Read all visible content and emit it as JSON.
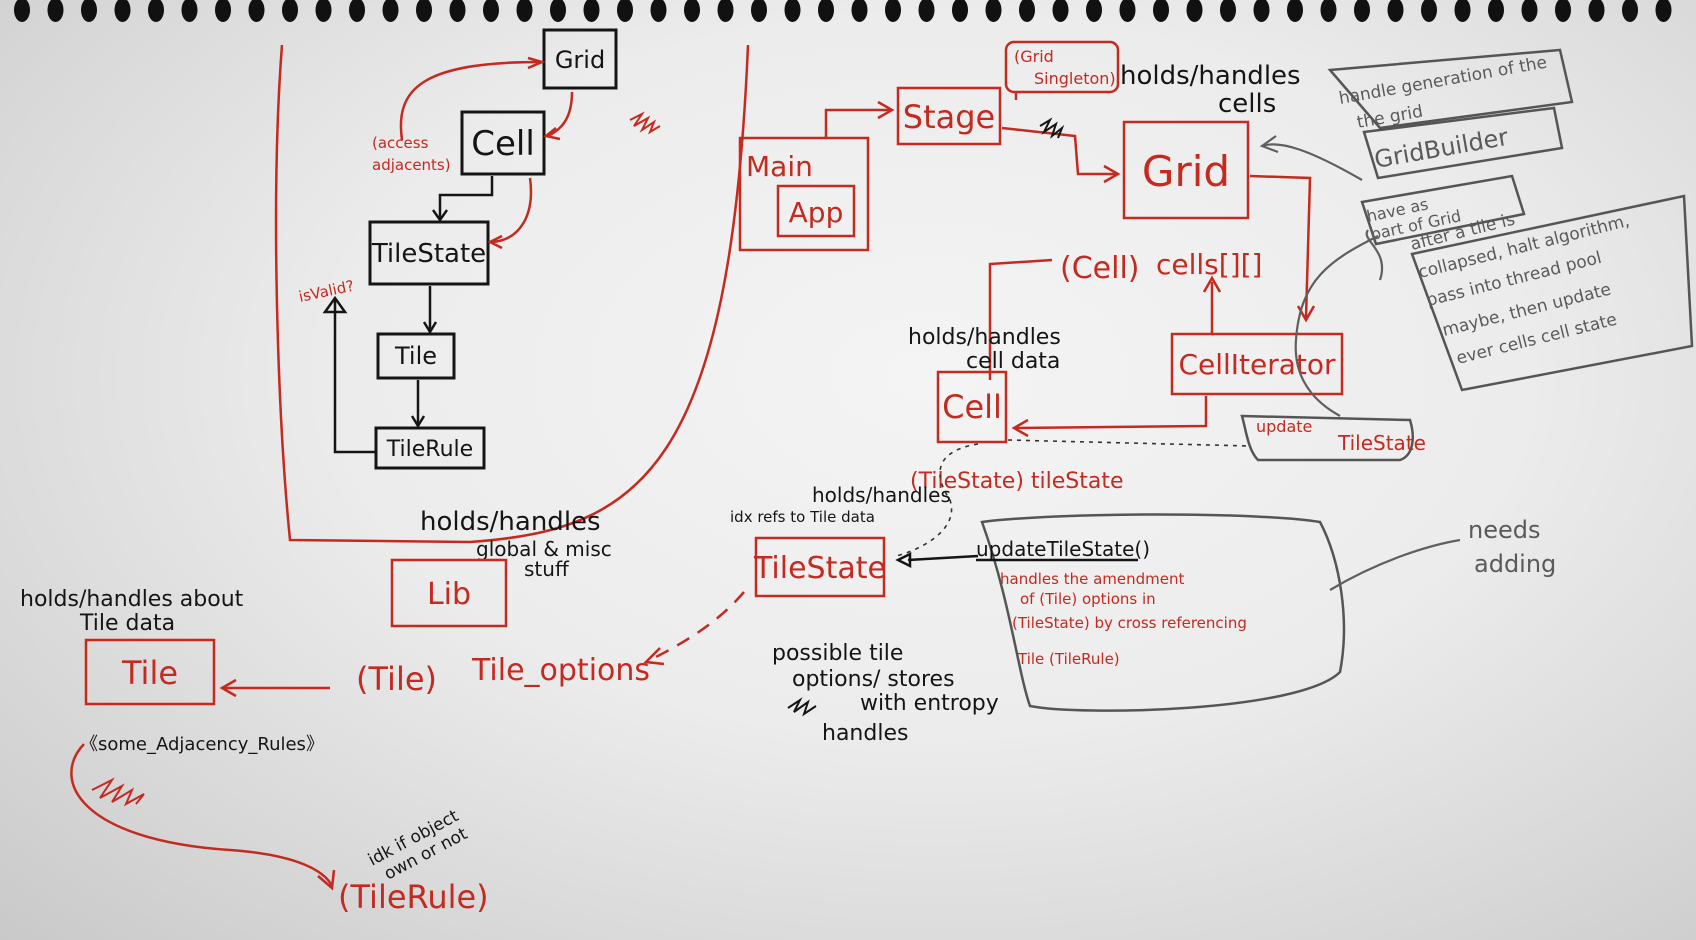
{
  "colors": {
    "paper": "#efefef",
    "ink_black": "#151515",
    "ink_red": "#c42a1f",
    "pencil_gray": "#5a5a5a"
  },
  "left_cluster": {
    "grid": "Grid",
    "cell": "Cell",
    "access_1": "(access",
    "access_2": "adjacents)",
    "tilestate": "TileState",
    "isvalid": "isValid?",
    "tile": "Tile",
    "tilerule": "TileRule"
  },
  "lib_section": {
    "note_1": "holds/handles",
    "note_2": "global & misc",
    "note_3": "stuff",
    "lib": "Lib"
  },
  "tile_section": {
    "note_1": "holds/handles about",
    "note_2": "Tile data",
    "tile": "Tile",
    "adjacency": "《some_Adjacency_Rules》",
    "idk_1": "idk if object",
    "idk_2": "own or not",
    "tilerule": "(TileRule)",
    "tile_paren": "(Tile)",
    "tile_options": "Tile_options"
  },
  "main_section": {
    "main": "Main",
    "app": "App",
    "stage": "Stage",
    "grid_singleton_1": "(Grid",
    "grid_singleton_2": "Singleton)",
    "holds_cells_1": "holds/handles",
    "holds_cells_2": "cells",
    "grid": "Grid",
    "cells_array": "cells[][]",
    "cell_paren": "(Cell)",
    "cell_iterator": "CellIterator",
    "holds_cell_data_1": "holds/handles",
    "holds_cell_data_2": "cell data",
    "cell": "Cell",
    "tilestate_field": "(TileState) tileState",
    "holds_tile_data_1": "holds/handles",
    "holds_tile_data_2": "idx refs to Tile data",
    "tilestate": "TileState",
    "possible_1": "possible tile",
    "possible_2": "options/ stores",
    "possible_3": "with entropy",
    "possible_4": "handles"
  },
  "update_section": {
    "method": "updateTileState()",
    "desc_1": "handles the amendment",
    "desc_2": "of (Tile) options in",
    "desc_3": "(TileState) by cross referencing",
    "desc_4": "Tile (TileRule)",
    "update_label_1": "update",
    "update_label_2": "TileState",
    "needs_1": "needs",
    "needs_2": "adding"
  },
  "builder_section": {
    "handle_1": "handle generation of the",
    "handle_2": "the grid",
    "builder": "GridBuilder",
    "have_1": "have as",
    "have_2": "part of Grid",
    "note_1": "after a tile is",
    "note_2": "collapsed, halt algorithm,",
    "note_3": "pass into thread pool",
    "note_4": "maybe, then update",
    "note_5": "ever cells cell state"
  }
}
